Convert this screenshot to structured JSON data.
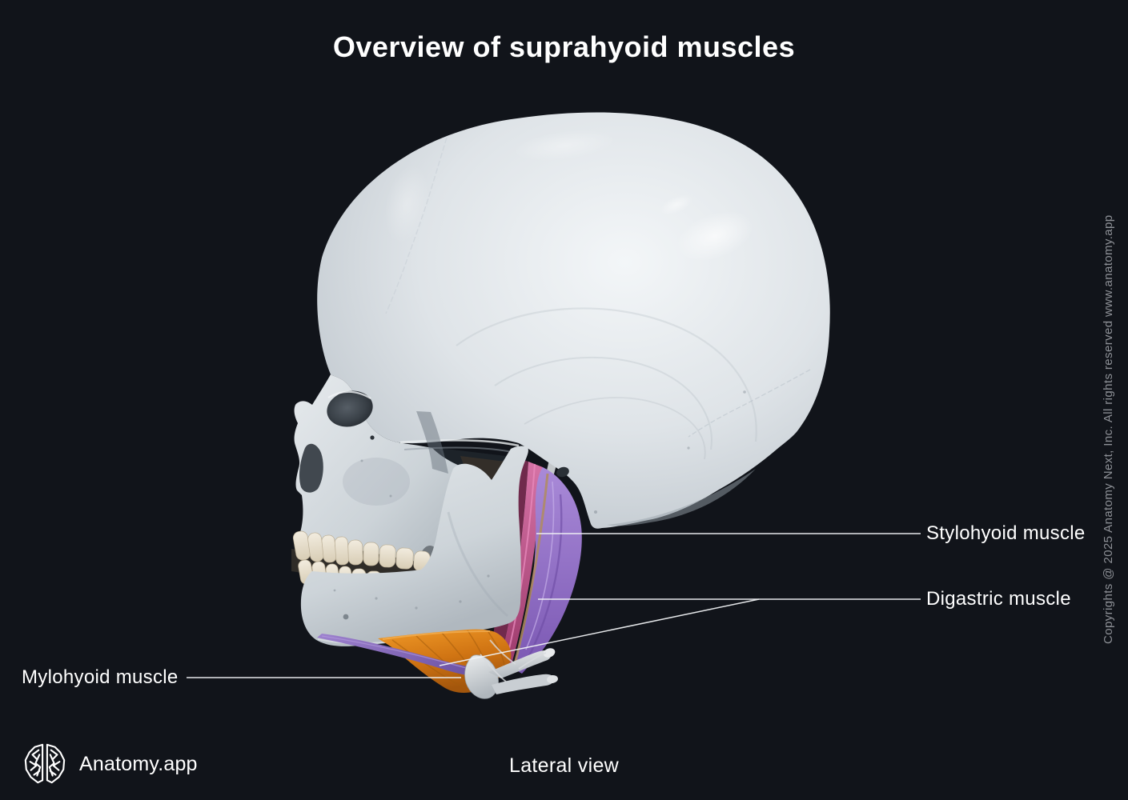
{
  "page": {
    "title": "Overview of suprahyoid muscles",
    "view_caption": "Lateral view",
    "background_color": "#11141a"
  },
  "brand": {
    "name": "Anatomy.app",
    "logo_icon": "brain-icon"
  },
  "copyright_notice": "Copyrights @ 2025 Anatomy Next, Inc. All rights reserved www.anatomy.app",
  "figure": {
    "description": "3D render of a human skull in lateral view with the suprahyoid muscles highlighted",
    "labels": [
      {
        "text": "Stylohyoid muscle",
        "side": "right"
      },
      {
        "text": "Digastric muscle",
        "side": "right"
      },
      {
        "text": "Mylohyoid muscle",
        "side": "left"
      }
    ],
    "colors": {
      "bone": "#d6dce1",
      "mylohyoid_muscle": "#d9821c",
      "stylohyoid_muscle": "#c2538c",
      "digastric_muscle": "#8f6cc8",
      "leader_line": "#f1f3f5",
      "label_text": "#ffffff",
      "copyright_text": "#8d9096"
    }
  }
}
